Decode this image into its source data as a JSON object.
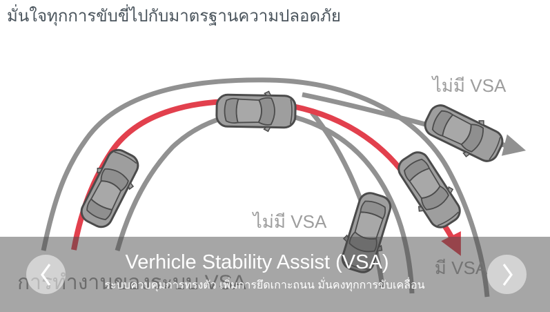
{
  "page": {
    "heading": "มั่นใจทุกการขับขี่ไปกับมาตรฐานความปลอดภัย"
  },
  "diagram": {
    "background_heading": "การทำงานของระบบ VSA",
    "labels": {
      "no_vsa_top": "ไม่มี VSA",
      "no_vsa_mid": "ไม่มี VSA",
      "with_vsa": "มี VSA"
    },
    "colors": {
      "path_with_vsa_red": "#e2404d",
      "path_gray": "#919191",
      "car_body_gray": "#9e9e9e",
      "label_gray": "#9d9d9d"
    },
    "icons": [
      "car-top-view",
      "arrow-gray",
      "arrow-red"
    ]
  },
  "banner": {
    "title": "Verhicle Stability Assist (VSA)",
    "subtitle": "ระบบควบคุมการทรงตัว เพิ่มการยึดเกาะถนน มั่นคงทุกการขับเคลื่อน",
    "nav": {
      "prev_icon": "chevron-left",
      "next_icon": "chevron-right"
    }
  }
}
